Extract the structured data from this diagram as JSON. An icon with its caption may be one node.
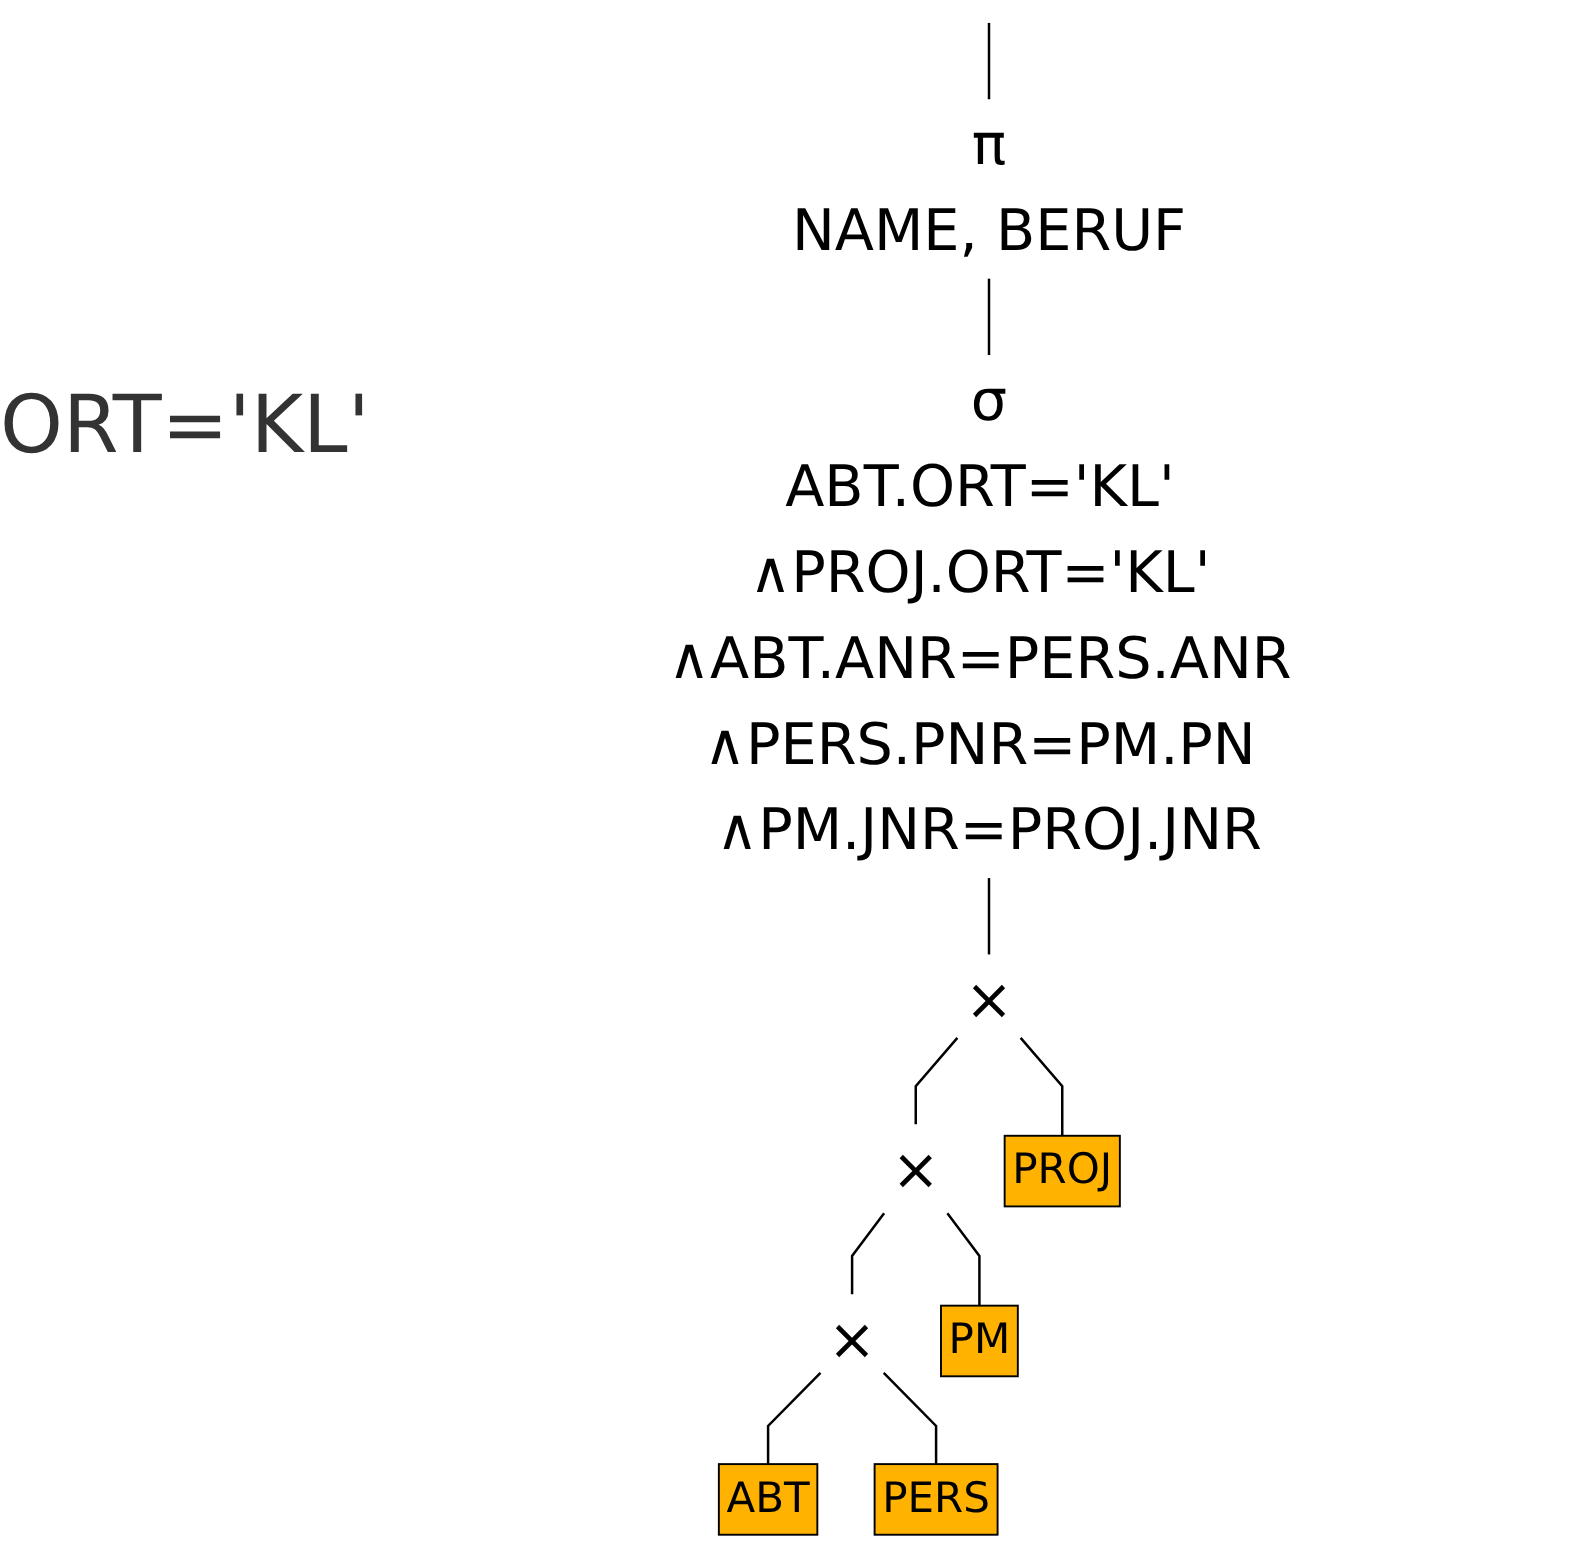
{
  "diagram": {
    "nodes": [
      {
        "text": [
          "π"
        ],
        "beside": [
          "NAME, BERUF"
        ]
      },
      {
        "text": [
          "σ"
        ],
        "beside": [
          "ABT.ORT='KL' ∧PROJ.ORT='KL' ∧ABT.ANR=PERS.ANR ∧PERS.PNR=PM.PN ∧PM.JNR=PROJ.JNR"
        ]
      },
      {
        "text": [
          "×"
        ]
      },
      {
        "text": [
          "×"
        ]
      },
      {
        "text": [
          "×"
        ]
      },
      {
        "text": [
          "ABT"
        ]
      },
      {
        "text": [
          "PERS"
        ]
      },
      {
        "text": [
          "PM"
        ]
      },
      {
        "text": [
          "PROJ"
        ]
      }
    ],
    "edges": [
      {
        "from": null,
        "to": 0,
        "arrow": "none"
      },
      {
        "from": 0,
        "to": 1,
        "arrow": "none"
      },
      {
        "from": 1,
        "to": 2,
        "arrow": "none"
      },
      {
        "from": 2,
        "to": 3,
        "arrow": "none"
      },
      {
        "from": 2,
        "to": 8,
        "arrow": "none"
      },
      {
        "from": 3,
        "to": 4,
        "arrow": "none"
      },
      {
        "from": 3,
        "to": 7,
        "arrow": "none"
      },
      {
        "from": 4,
        "to": 5,
        "arrow": "none"
      },
      {
        "from": 4,
        "to": 6,
        "arrow": "none"
      }
    ],
    "labels": [
      "ORT='KL'"
    ]
  }
}
